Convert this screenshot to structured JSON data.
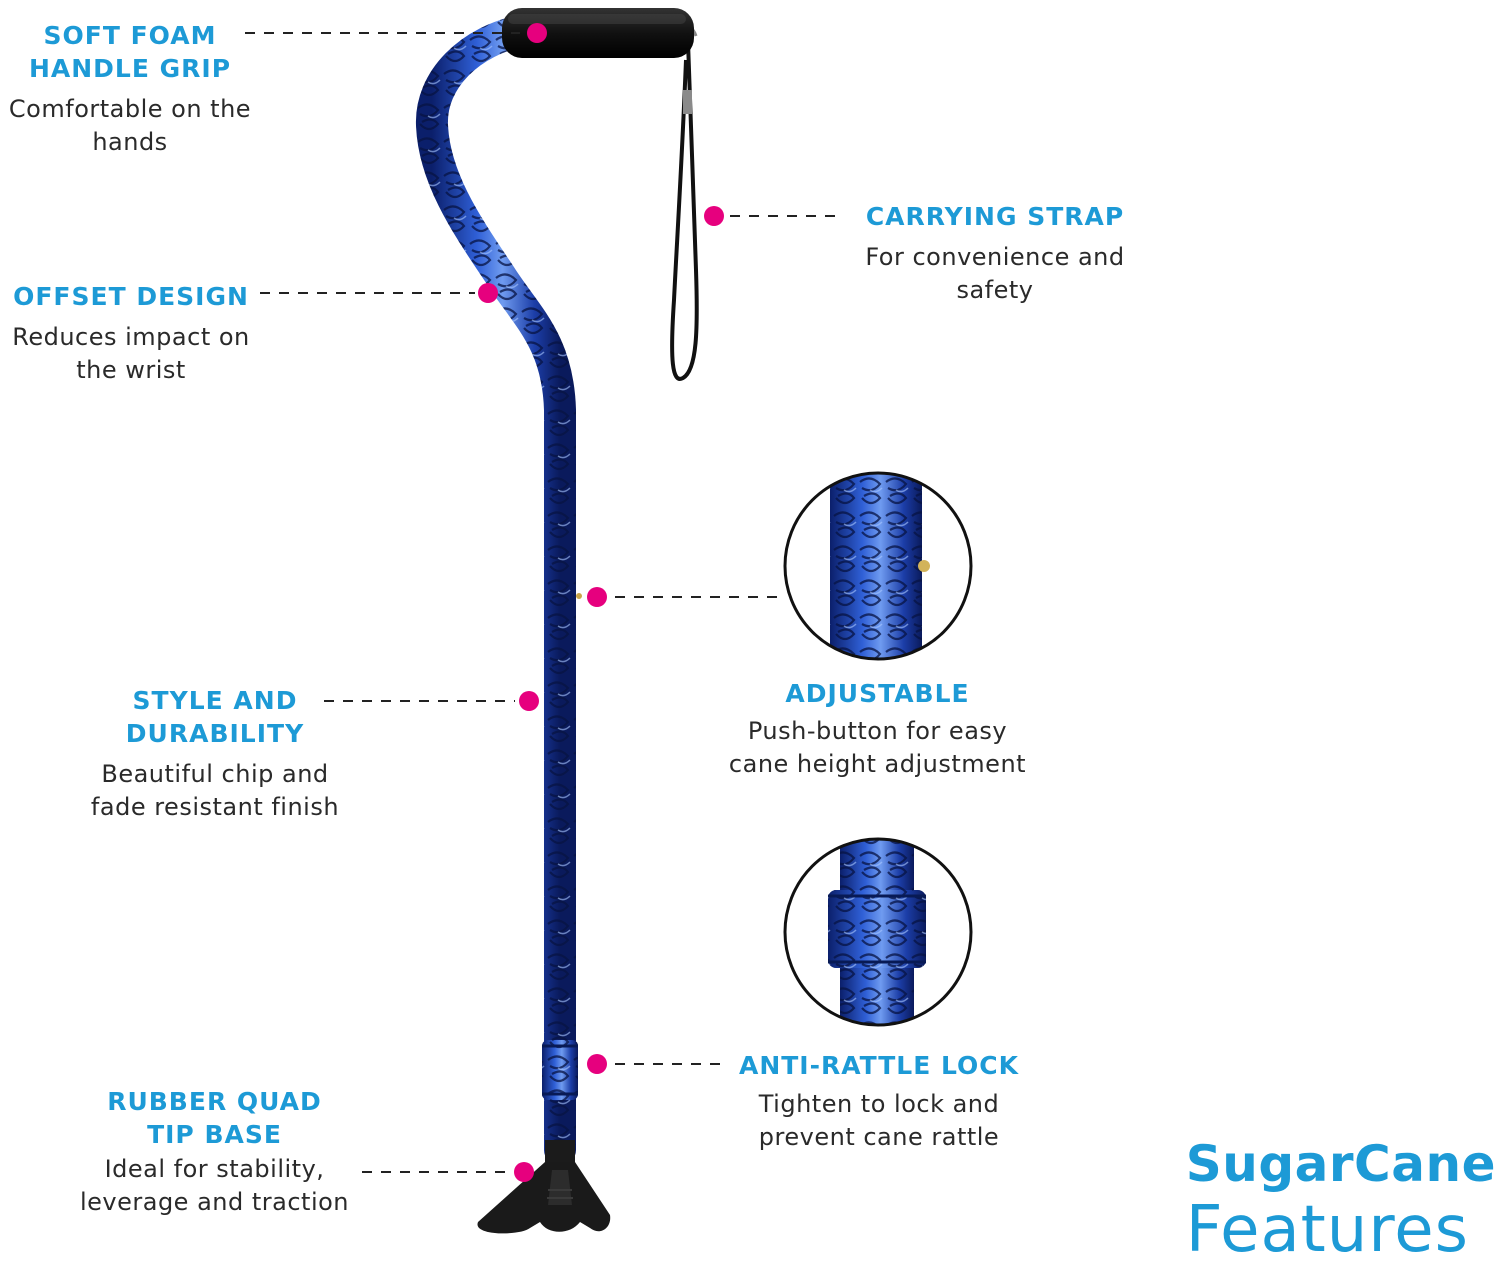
{
  "accent_color": "#1d9ad6",
  "dot_color": "#e6007e",
  "brand": {
    "line1": "SugarCane",
    "line2": "Features"
  },
  "features": {
    "handle_grip": {
      "title": "SOFT FOAM\nHANDLE GRIP",
      "desc": "Comfortable on the\nhands"
    },
    "carrying_strap": {
      "title": "CARRYING STRAP",
      "desc": "For convenience and\nsafety"
    },
    "offset_design": {
      "title": "OFFSET DESIGN",
      "desc": "Reduces impact on\nthe wrist"
    },
    "adjustable": {
      "title": "ADJUSTABLE",
      "desc": "Push-button for easy\ncane height adjustment"
    },
    "style_durability": {
      "title": "STYLE AND\nDURABILITY",
      "desc": "Beautiful chip and\nfade resistant finish"
    },
    "anti_rattle": {
      "title": "ANTI-RATTLE LOCK",
      "desc": "Tighten to lock and\nprevent cane rattle"
    },
    "quad_tip": {
      "title": "RUBBER QUAD\nTIP BASE",
      "desc": "Ideal for stability,\nleverage and traction"
    }
  }
}
